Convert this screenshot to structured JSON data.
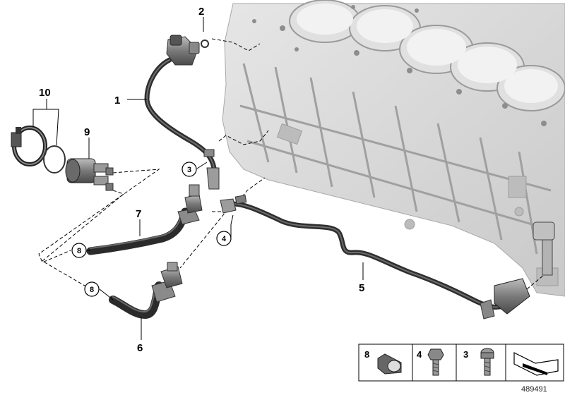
{
  "diagram_id": "489491",
  "callouts": {
    "c1": "1",
    "c2": "2",
    "c3": "3",
    "c4": "4",
    "c5": "5",
    "c6": "6",
    "c7": "7",
    "c8a": "8",
    "c8b": "8",
    "c9": "9",
    "c10": "10"
  },
  "legend": {
    "clamp": "8",
    "screw_hex": "4",
    "screw_torx": "3"
  },
  "colors": {
    "engine_block": "#d9d9d9",
    "hose": "#3a3a3a",
    "leader": "#000000"
  }
}
